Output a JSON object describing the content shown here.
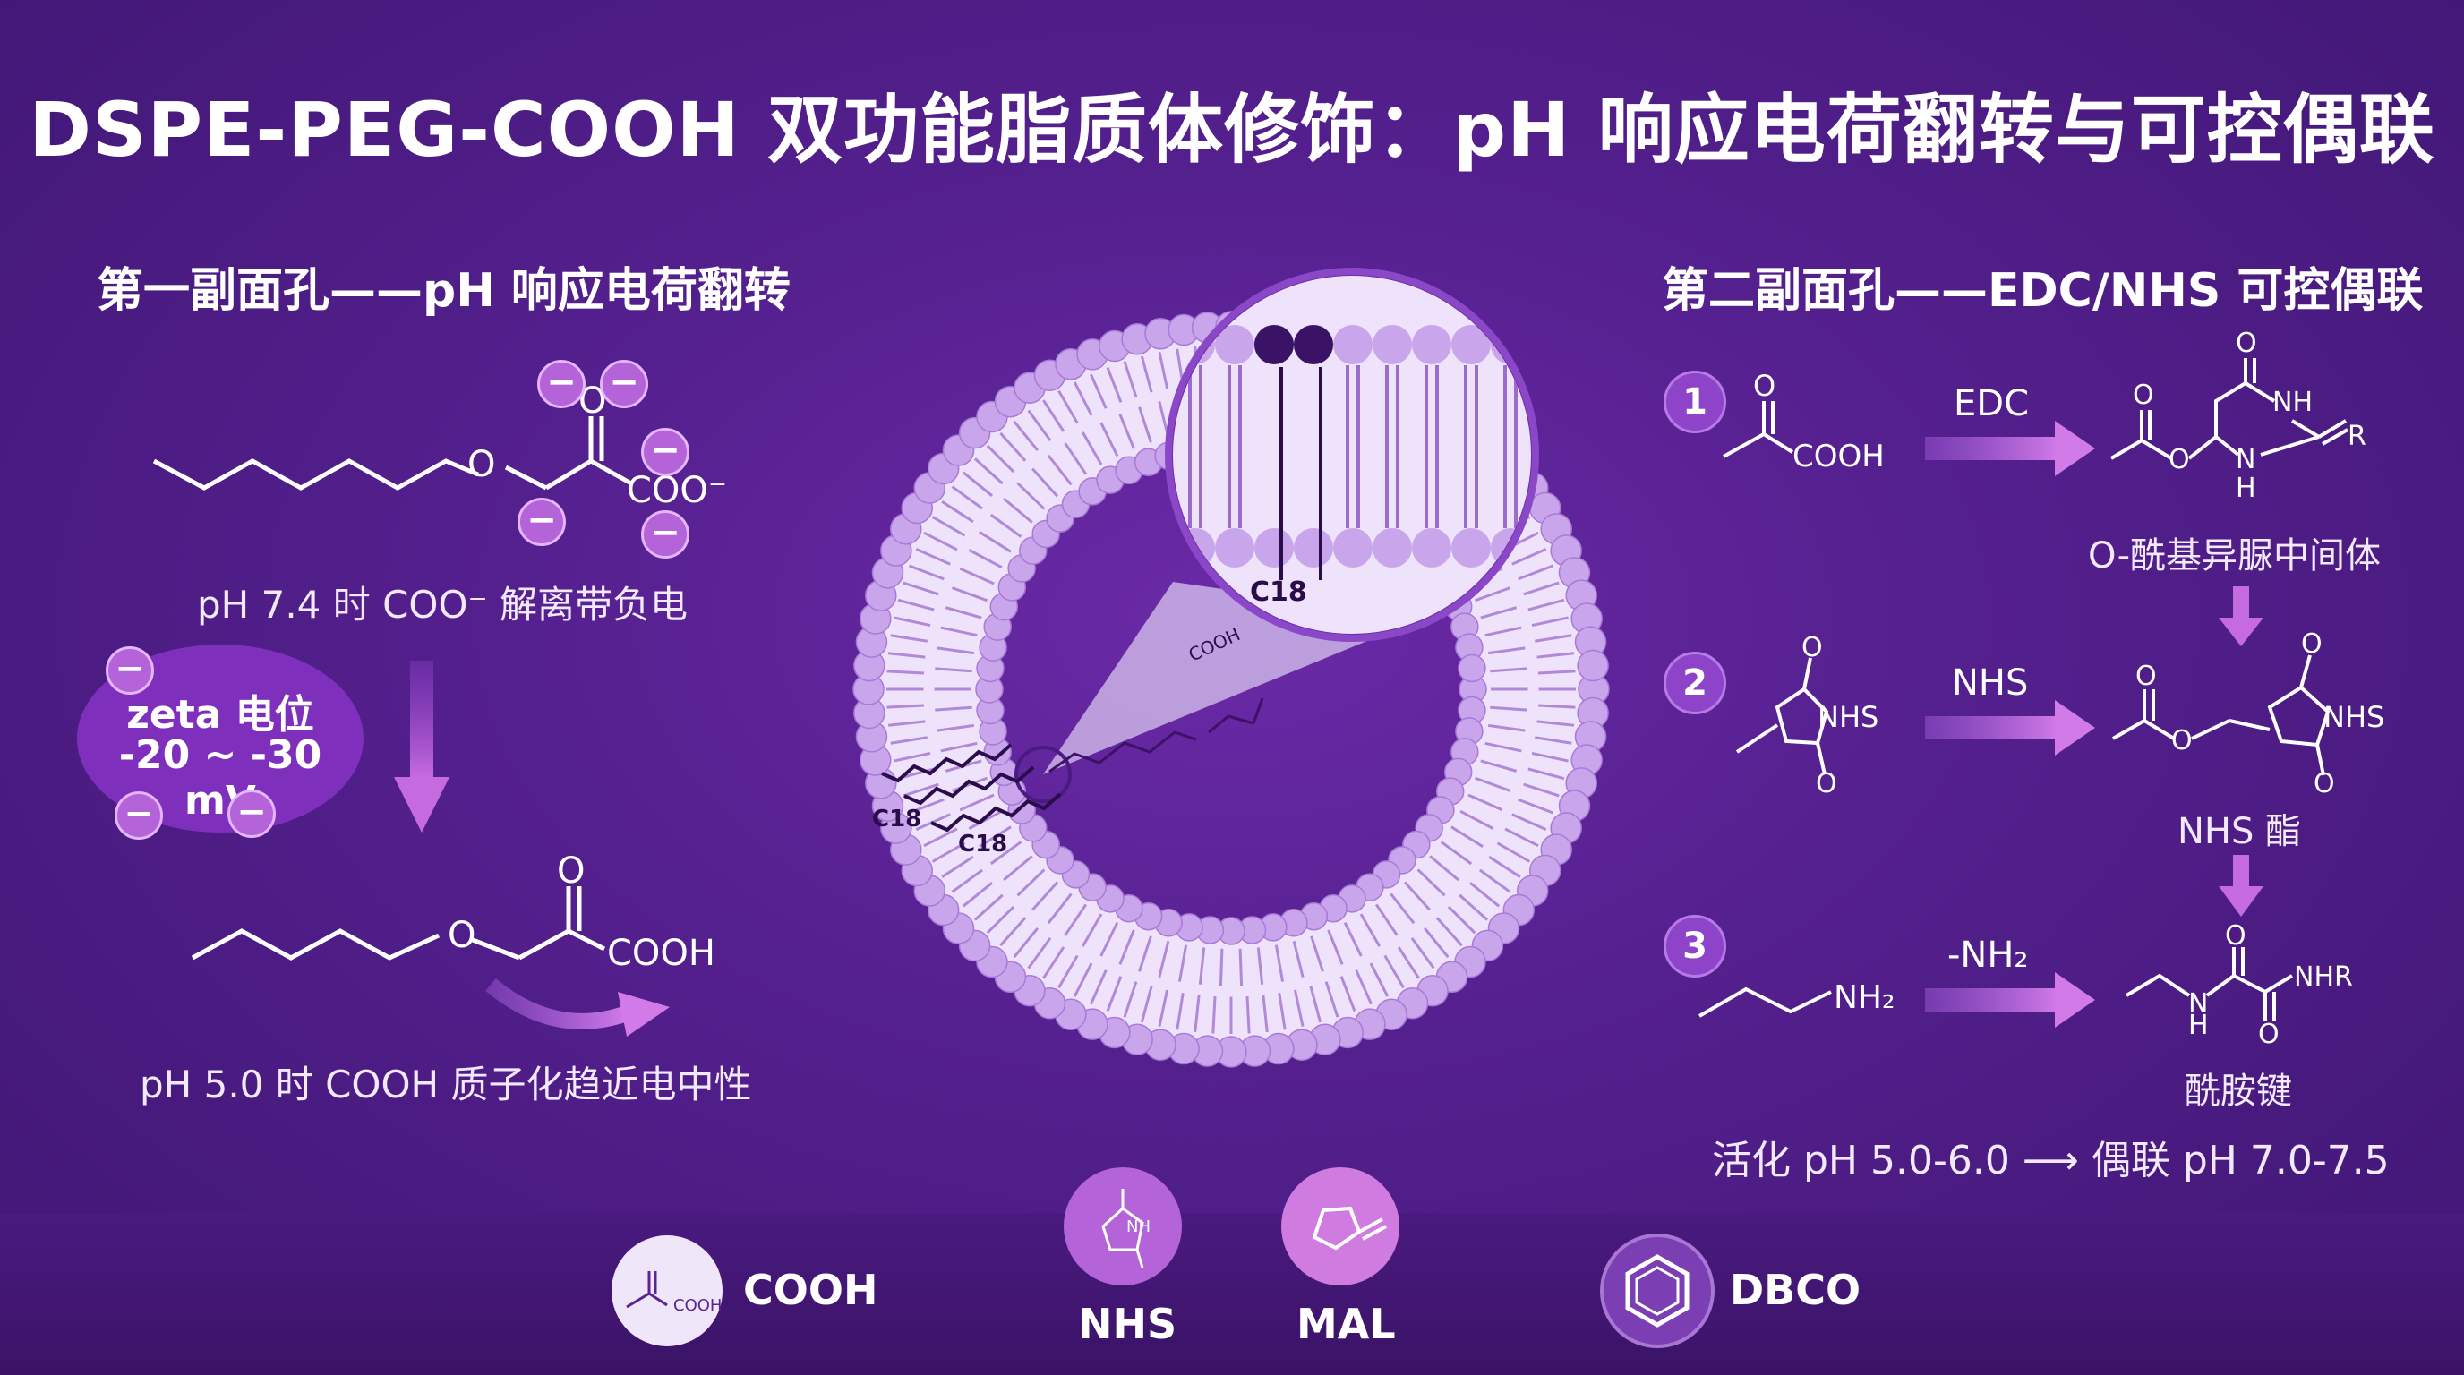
{
  "title": "DSPE-PEG-COOH 双功能脂质体修饰：pH 响应电荷翻转与可控偶联",
  "left": {
    "heading": "第一副面孔——pH 响应电荷翻转",
    "caption_top": "pH 7.4 时 COO⁻ 解离带负电",
    "zeta_line1": "zeta 电位",
    "zeta_line2": "-20 ~ -30 mV",
    "caption_bottom": "pH 5.0 时 COOH 质子化趋近电中性",
    "coo_label": "COO⁻",
    "cooh_label": "COOH",
    "o_label": "O"
  },
  "right": {
    "heading": "第二副面孔——EDC/NHS 可控偶联",
    "steps": [
      {
        "num": "1",
        "reagent": "EDC",
        "reactant": "COOH",
        "product_label": "O-酰基异脲中间体"
      },
      {
        "num": "2",
        "reagent": "NHS",
        "reactant": "NHS",
        "product_label": "NHS 酯"
      },
      {
        "num": "3",
        "reagent": "-NH₂",
        "reactant": "NH₂",
        "product_label": "酰胺键"
      }
    ],
    "footer": "活化 pH 5.0-6.0 ⟶ 偶联 pH 7.0-7.5",
    "r_label": "R",
    "nh_label": "NH",
    "h_label": "H",
    "nhr_label": "NHR"
  },
  "center": {
    "c18_labels": [
      "C18",
      "C18",
      "C18"
    ],
    "cooh_label": "COOH"
  },
  "legend": {
    "items": [
      {
        "label": "COOH",
        "icon": "cooh-icon"
      },
      {
        "label": "NHS",
        "icon": "nhs-icon"
      },
      {
        "label": "MAL",
        "icon": "mal-icon"
      },
      {
        "label": "DBCO",
        "icon": "dbco-icon"
      }
    ]
  },
  "colors": {
    "background": "#55208f",
    "accent": "#b463d9",
    "membrane": "#c9a6ec",
    "arrow": "#c070e6"
  }
}
